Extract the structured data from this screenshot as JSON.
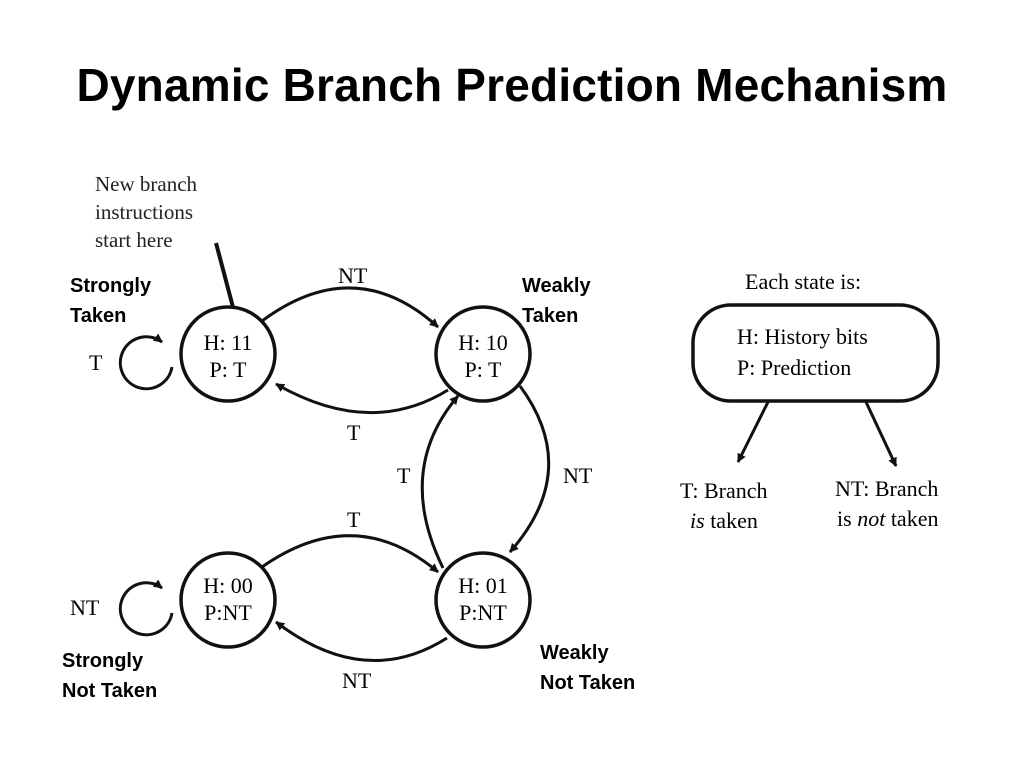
{
  "slide": {
    "title": "Dynamic Branch Prediction Mechanism"
  },
  "diagram": {
    "note_lines": [
      "New branch",
      "instructions",
      "start here"
    ],
    "states": [
      {
        "id": "s11",
        "history": "H: 11",
        "prediction": "P: T",
        "label_lines": [
          "Strongly",
          "Taken"
        ]
      },
      {
        "id": "s10",
        "history": "H: 10",
        "prediction": "P: T",
        "label_lines": [
          "Weakly",
          "Taken"
        ]
      },
      {
        "id": "s00",
        "history": "H: 00",
        "prediction": "P:NT",
        "label_lines": [
          "Strongly",
          "Not Taken"
        ]
      },
      {
        "id": "s01",
        "history": "H: 01",
        "prediction": "P:NT",
        "label_lines": [
          "Weakly",
          "Not Taken"
        ]
      }
    ],
    "transitions": {
      "s11_self": "T",
      "s11_to_s10": "NT",
      "s10_to_s11": "T",
      "s10_to_s01": "NT",
      "s01_to_s10": "T",
      "s00_to_s01": "T",
      "s01_to_s00": "NT",
      "s00_self": "NT"
    }
  },
  "legend": {
    "heading": "Each state is:",
    "box_lines": [
      "H: History bits",
      "P: Prediction"
    ],
    "taken": {
      "line1": "T: Branch",
      "line2_em": "is",
      "line2_rest": " taken"
    },
    "not_taken": {
      "line1": "NT: Branch",
      "line2_pre": "is ",
      "line2_em": "not",
      "line2_rest": " taken"
    }
  }
}
